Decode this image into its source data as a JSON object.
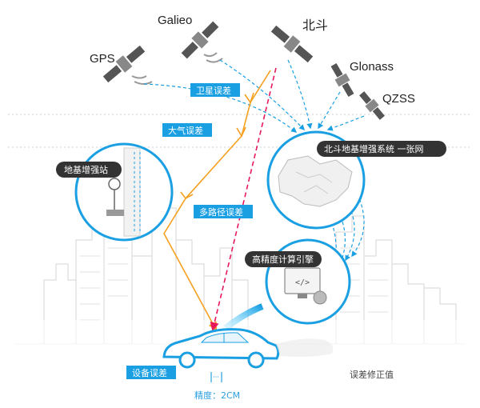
{
  "satellites": {
    "gps": "GPS",
    "galileo": "Galieo",
    "beidou": "北斗",
    "glonass": "Glonass",
    "qzss": "QZSS"
  },
  "error_labels": {
    "satellite": "卫星误差",
    "atmosphere": "大气误差",
    "multipath": "多路径误差",
    "device": "设备误差"
  },
  "callouts": {
    "ground_station": "地基增强站",
    "beidou_network": "北斗地基增强系统  一张网",
    "compute_engine": "高精度计算引擎"
  },
  "legend": {
    "correction": "误差修正值"
  },
  "precision": "精度：2CM",
  "colors": {
    "blue": "#1a9fe3",
    "orange": "#f5a020",
    "red_dash": "#e8195a",
    "dark_chip": "#333333"
  }
}
